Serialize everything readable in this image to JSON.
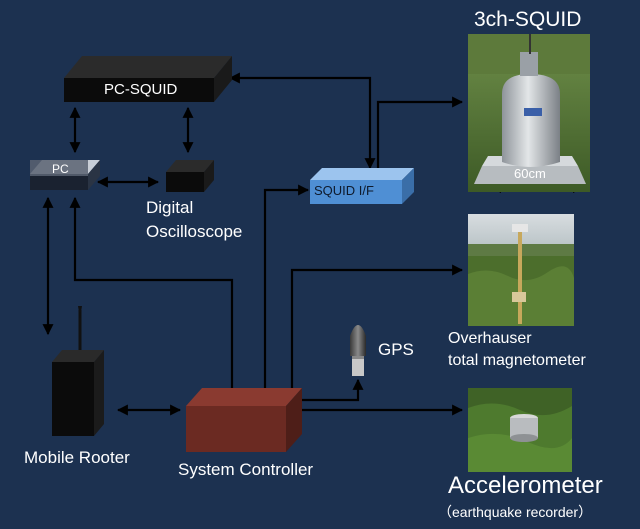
{
  "diagram": {
    "components": {
      "pc_squid": "PC-SQUID",
      "pc": "PC",
      "digital_oscilloscope": [
        "Digital",
        "Oscilloscope"
      ],
      "squid_if": "SQUID I/F",
      "three_ch_squid": "3ch-SQUID",
      "squid_size": "60cm",
      "overhauser": [
        "Overhauser",
        "total magnetometer"
      ],
      "gps": "GPS",
      "mobile_rooter": "Mobile Rooter",
      "system_controller": "System Controller",
      "accelerometer": "Accelerometer",
      "accelerometer_note": "（earthquake recorder）"
    },
    "colors": {
      "background": "#1c3150",
      "box_black": "#0b0b0b",
      "squid_if": "#4f8fd4",
      "system_controller": "#6b2a22",
      "connector": "#000000"
    }
  }
}
